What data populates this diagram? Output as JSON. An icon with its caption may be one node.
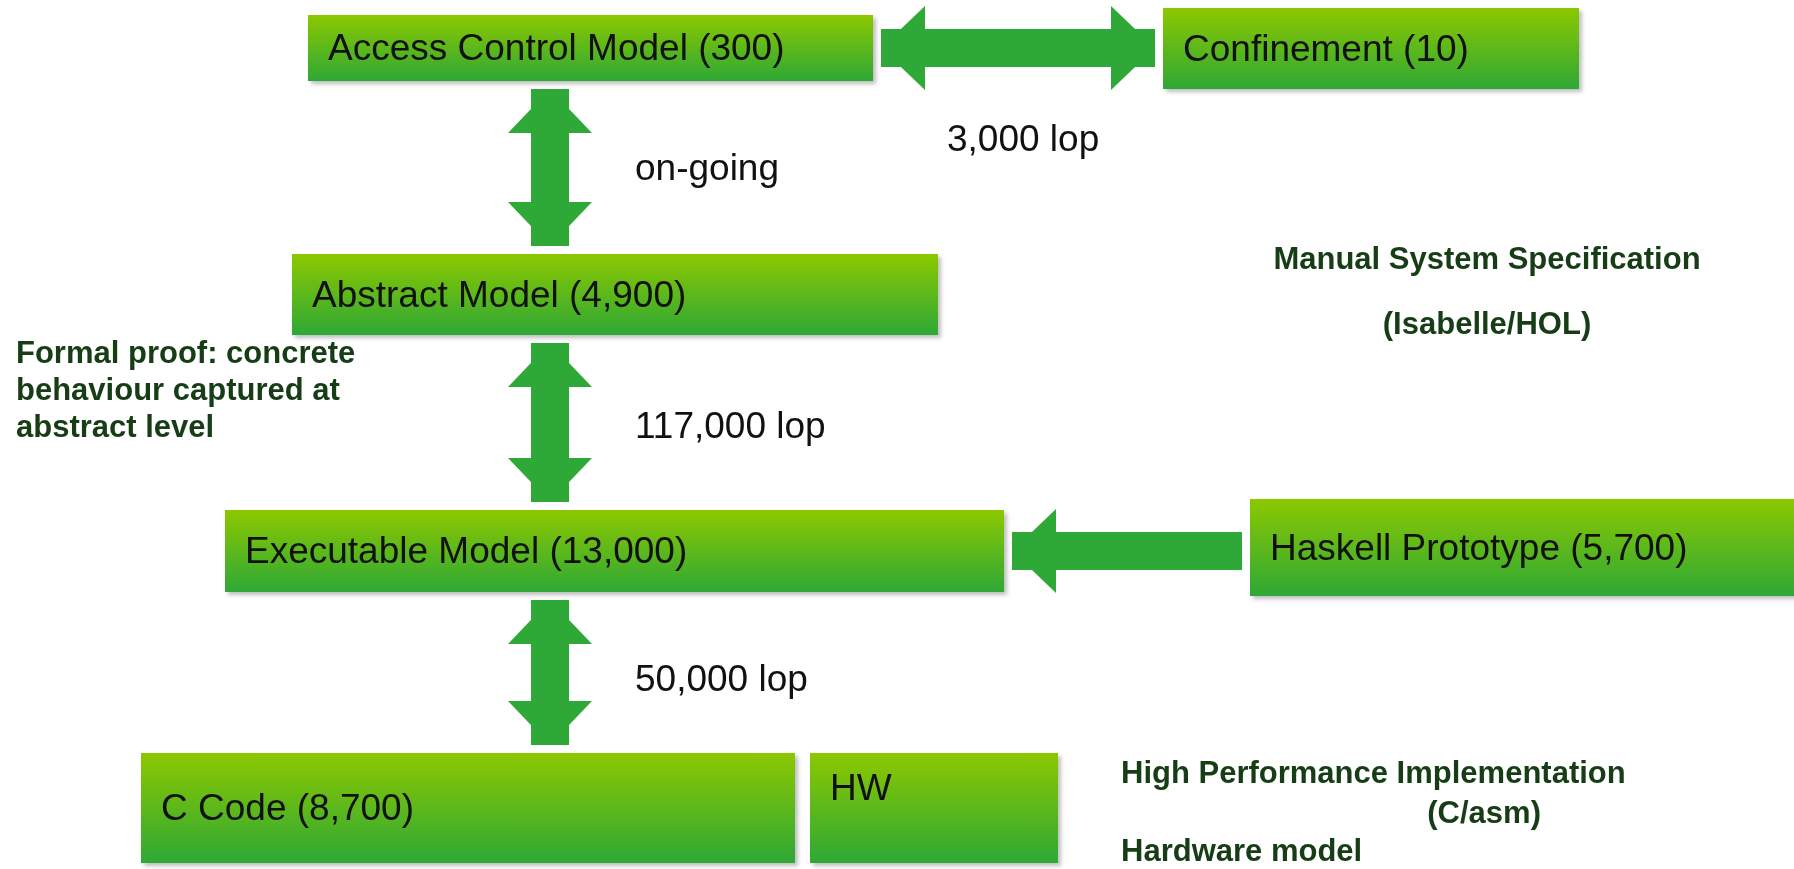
{
  "diagram": {
    "nodes": [
      {
        "text": [
          "Access Control Model (300)"
        ]
      },
      {
        "text": [
          "Confinement (10)"
        ]
      },
      {
        "text": [
          "Abstract Model (4,900)"
        ]
      },
      {
        "text": [
          "Executable Model (13,000)"
        ]
      },
      {
        "text": [
          "Haskell Prototype (5,700)"
        ]
      },
      {
        "text": [
          "C Code (8,700)"
        ]
      },
      {
        "text": [
          "HW"
        ]
      }
    ],
    "edges": [
      {
        "from": 0,
        "to": 1,
        "arrow": "both",
        "label": "3,000 lop"
      },
      {
        "from": 0,
        "to": 2,
        "arrow": "both",
        "label": "on-going"
      },
      {
        "from": 2,
        "to": 3,
        "arrow": "both",
        "label": "117,000 lop"
      },
      {
        "from": 3,
        "to": 5,
        "arrow": "both",
        "label": "50,000 lop"
      },
      {
        "from": 4,
        "to": 3,
        "arrow": "to"
      }
    ],
    "labels": [
      "Manual System Specification",
      "(Isabelle/HOL)",
      "Formal proof: concrete behaviour captured at abstract level",
      "High Performance Implementation",
      "(C/asm)",
      "Hardware model"
    ]
  }
}
